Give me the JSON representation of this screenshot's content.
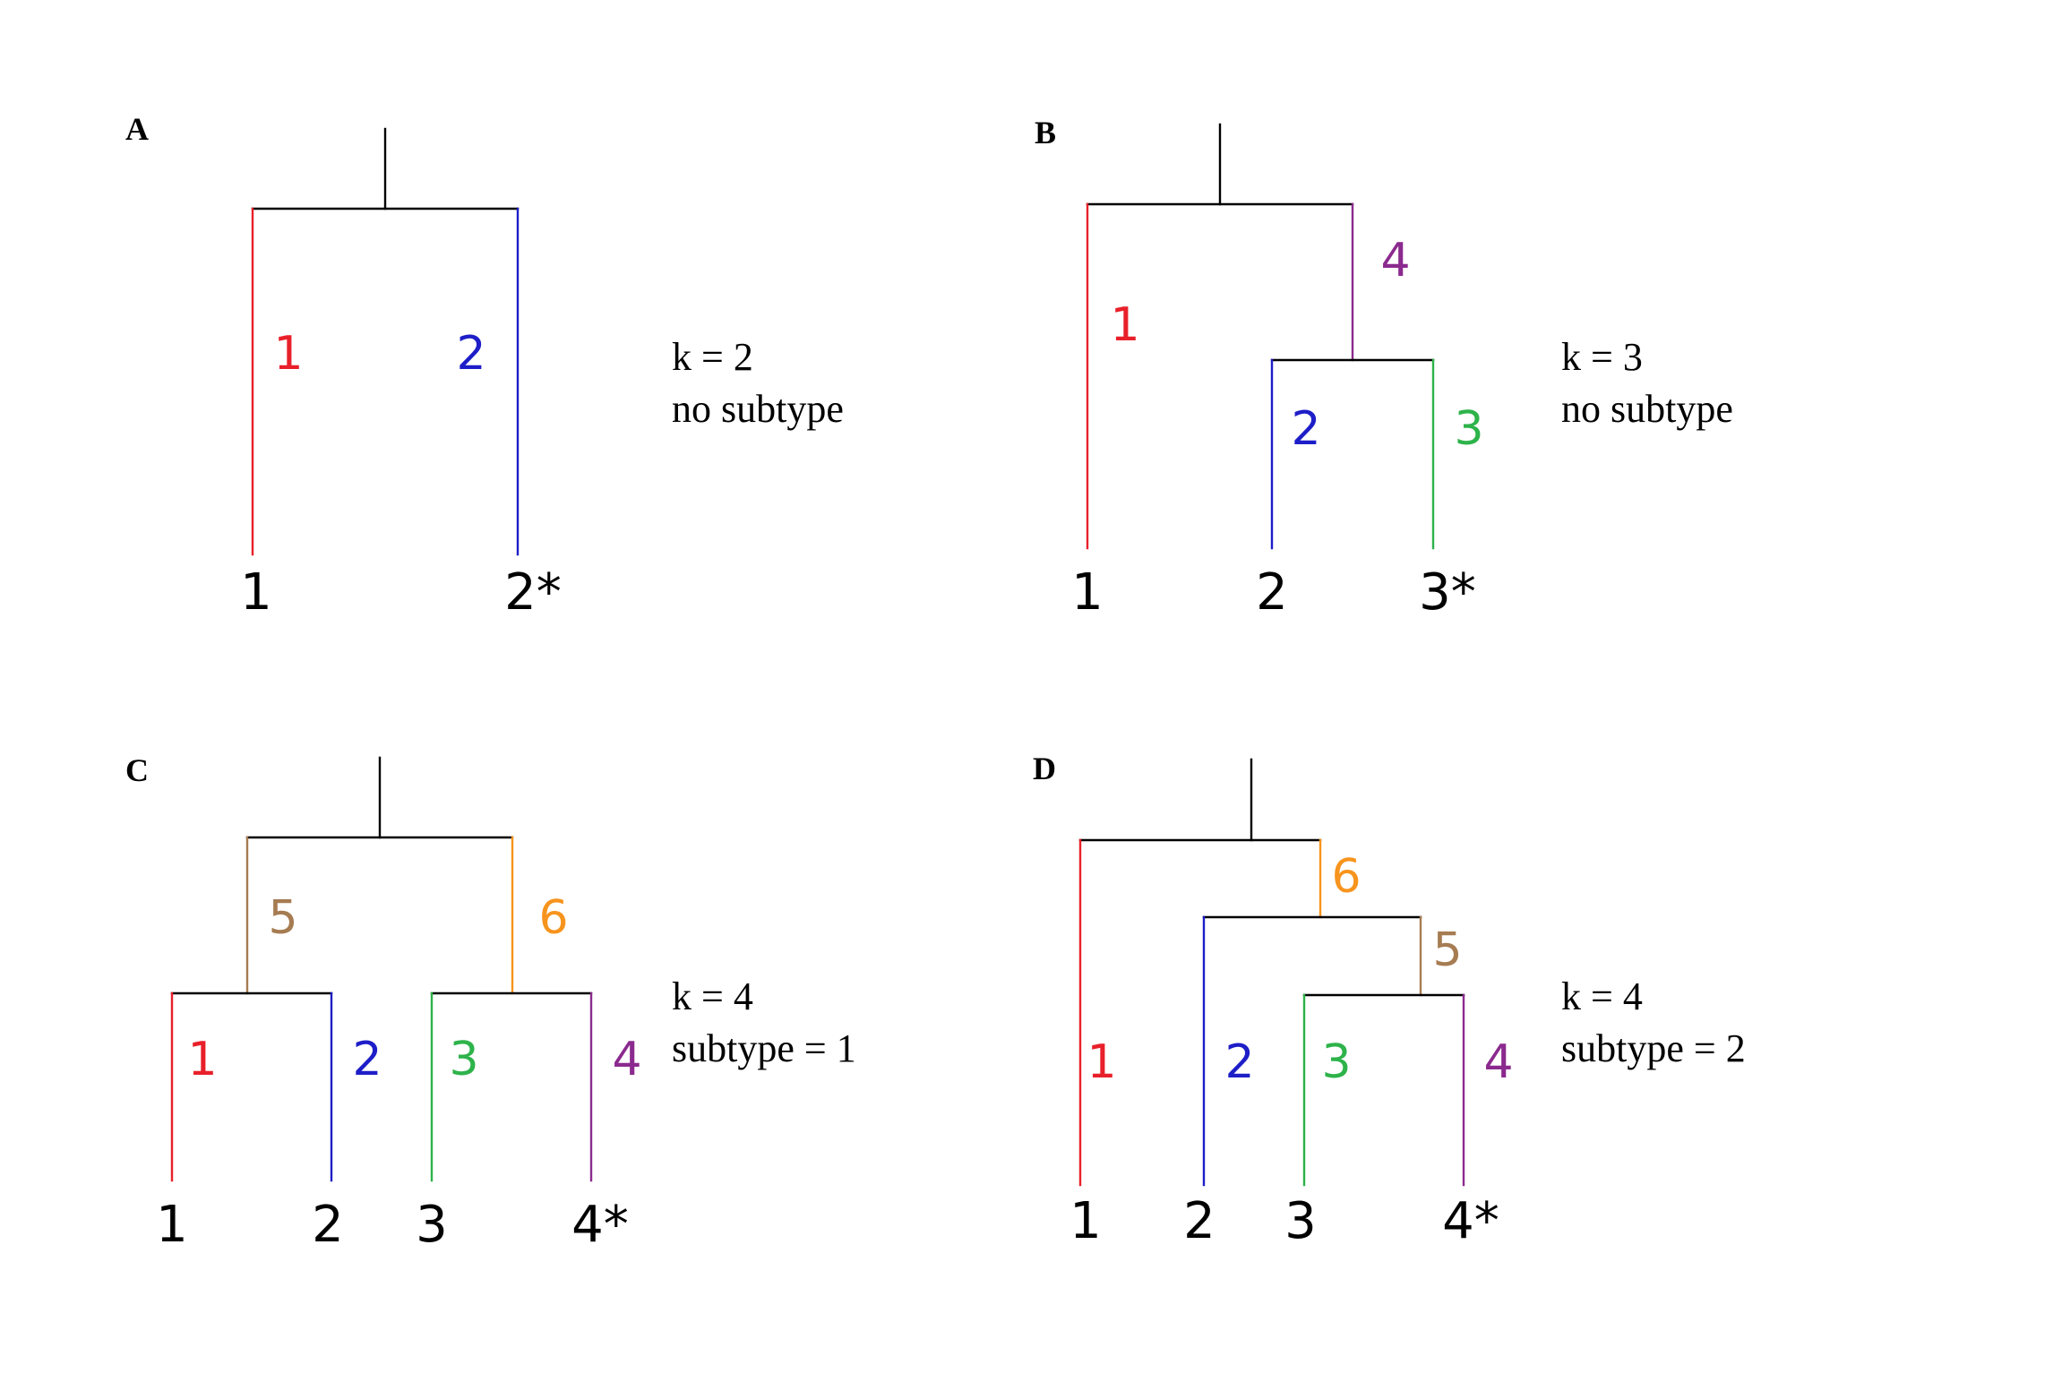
{
  "colors": {
    "root": "#000000",
    "1": "#e8202a",
    "2": "#1e1ec8",
    "3": "#2db34a",
    "4": "#8b2a8e",
    "5": "#a67c52",
    "6": "#f7941d"
  },
  "panels": [
    {
      "letter": "A",
      "tips": [
        "1",
        "2*"
      ],
      "branch_labels": [
        "1",
        "2"
      ],
      "note_line1": "k = 2",
      "note_line2": "no subtype"
    },
    {
      "letter": "B",
      "tips": [
        "1",
        "2",
        "3*"
      ],
      "branch_labels": [
        "1",
        "2",
        "3",
        "4"
      ],
      "note_line1": "k = 3",
      "note_line2": "no subtype"
    },
    {
      "letter": "C",
      "tips": [
        "1",
        "2",
        "3",
        "4*"
      ],
      "branch_labels": [
        "1",
        "2",
        "3",
        "4",
        "5",
        "6"
      ],
      "note_line1": "k = 4",
      "note_line2": "subtype = 1"
    },
    {
      "letter": "D",
      "tips": [
        "1",
        "2",
        "3",
        "4*"
      ],
      "branch_labels": [
        "1",
        "2",
        "3",
        "4",
        "5",
        "6"
      ],
      "note_line1": "k = 4",
      "note_line2": "subtype = 2"
    }
  ]
}
